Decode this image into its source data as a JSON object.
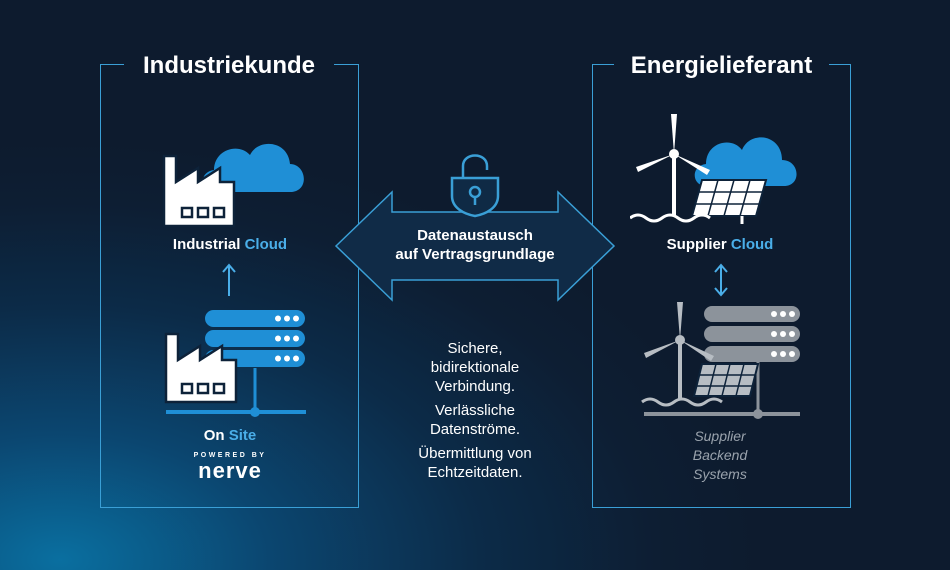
{
  "left_panel": {
    "title": "Industriekunde",
    "cloud_label_a": "Industrial",
    "cloud_label_b": "Cloud",
    "site_label_a": "On",
    "site_label_b": "Site",
    "powered_by": "POWERED BY",
    "brand": "nerve"
  },
  "right_panel": {
    "title": "Energielieferant",
    "cloud_label_a": "Supplier",
    "cloud_label_b": "Cloud",
    "backend_lines": [
      "Supplier",
      "Backend",
      "Systems"
    ]
  },
  "center": {
    "arrow_lines": [
      "Datenaustausch",
      "auf Vertragsgrundlage"
    ],
    "features": [
      [
        "Sichere,",
        "bidirektionale",
        "Verbindung."
      ],
      [
        "Verlässliche",
        "Datenströme."
      ],
      [
        "Übermittlung von",
        "Echtzeitdaten."
      ]
    ]
  },
  "colors": {
    "accent": "#4aaee8",
    "frame": "#3a9fd6",
    "server_blue": "#1f8fd6",
    "server_gray": "#8c939b",
    "arrow_fill": "#102b47"
  }
}
